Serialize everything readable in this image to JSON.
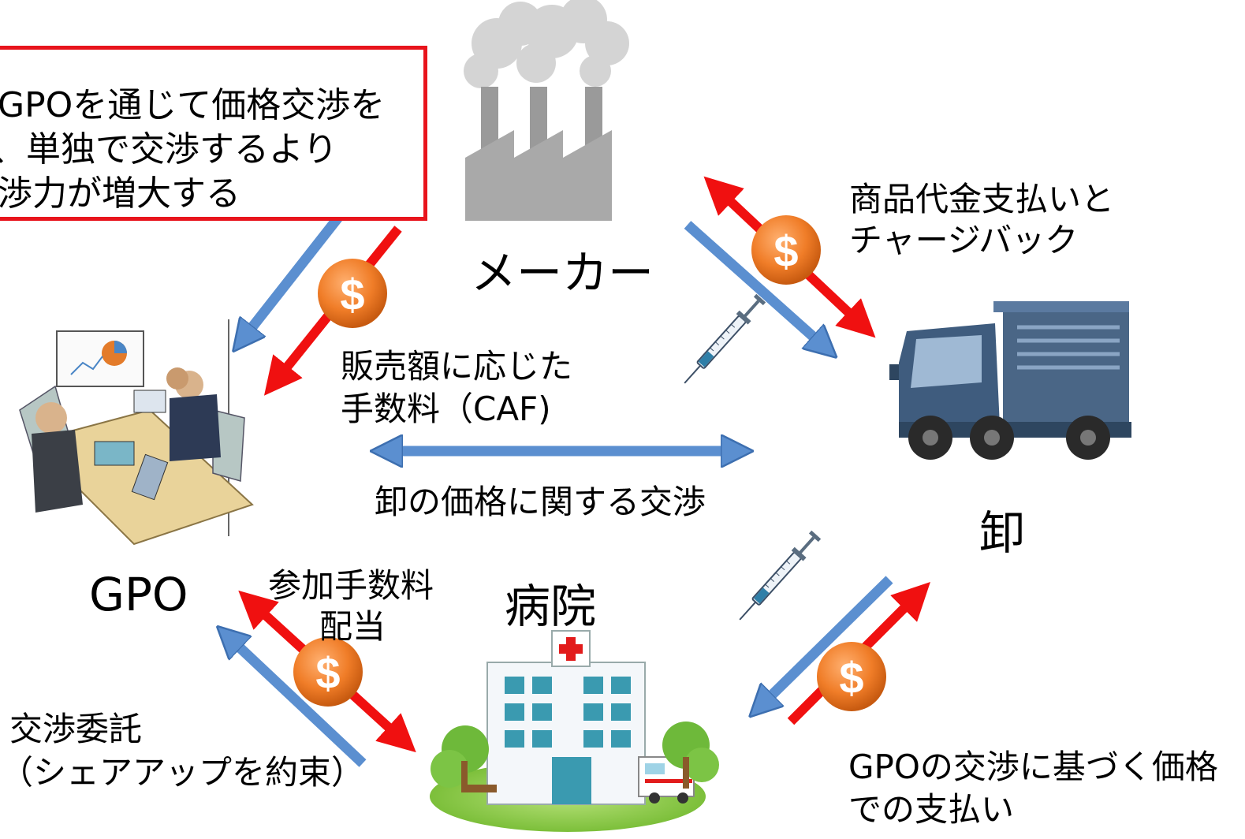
{
  "callout": {
    "line1": "GPOを通じて価格交渉を",
    "line2": "、単独で交渉するより",
    "line3": "渉力が増大する"
  },
  "nodes": {
    "maker": "メーカー",
    "wholesaler": "卸",
    "gpo": "GPO",
    "hospital": "病院"
  },
  "labels": {
    "payment_chargeback_1": "商品代金支払いと",
    "payment_chargeback_2": "チャージバック",
    "caf_1": "販売額に応じた",
    "caf_2": "手数料（CAF)",
    "negotiation": "卸の価格に関する交渉",
    "fee_1": "参加手数料",
    "fee_2": "配当",
    "consign_1": "交渉委託",
    "consign_2": "（シェアアップを約束）",
    "gpo_price_1": "GPOの交渉に基づく価格",
    "gpo_price_2": "での支払い"
  },
  "hospital_sign": "",
  "colors": {
    "red_arrow": "#f01010",
    "blue_arrow": "#5b8fd0",
    "coin": "#f07d28",
    "truck": "#4a6686",
    "factory": "#a9a9a9",
    "callout_border": "#e8141c"
  },
  "icons": [
    "factory-icon",
    "truck-icon",
    "meeting-icon",
    "hospital-icon",
    "syringe-icon",
    "dollar-coin-icon"
  ]
}
